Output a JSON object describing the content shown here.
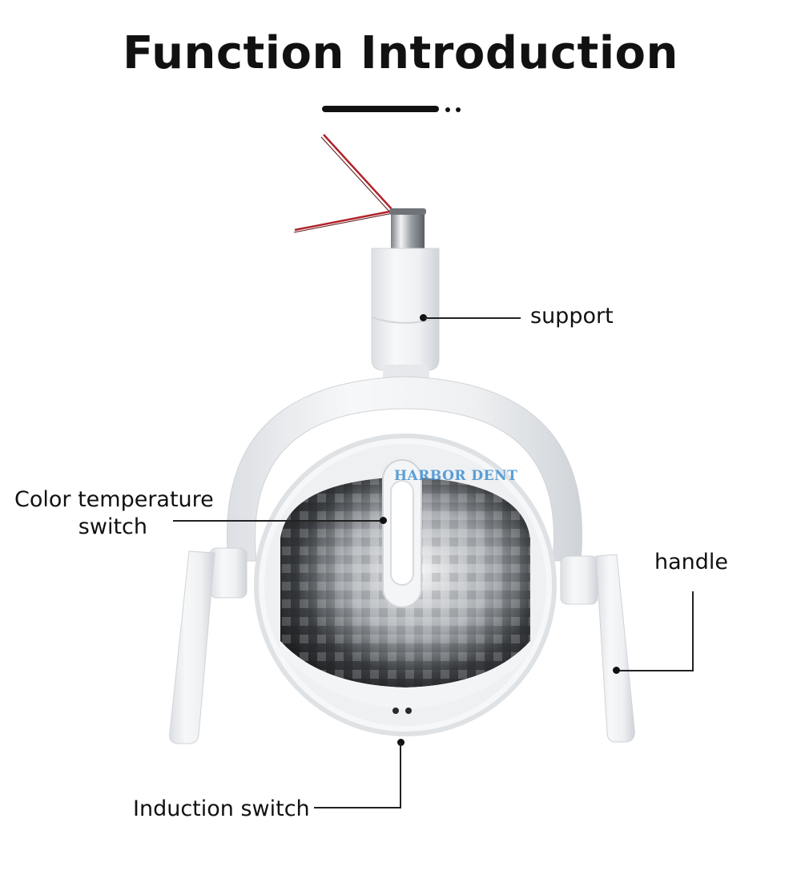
{
  "title": "Function Introduction",
  "watermark": "HARBOR DENT",
  "callouts": {
    "support": "support",
    "color_temp_line1": "Color temperature",
    "color_temp_line2": "switch",
    "handle": "handle",
    "induction": "Induction switch"
  },
  "colors": {
    "text": "#111111",
    "lamp_body": "#f0f1f3",
    "wire": "#b0232a",
    "watermark": "#3f8fd0"
  }
}
